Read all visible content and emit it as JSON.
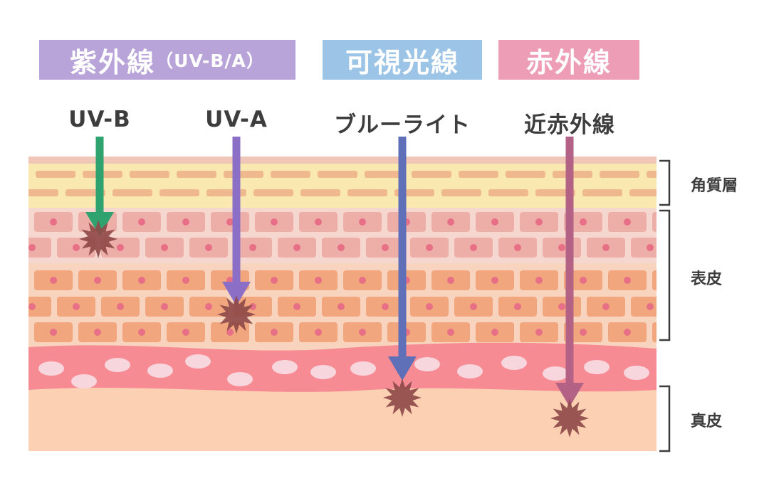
{
  "categories": [
    {
      "label": "紫外線",
      "sub": "（UV-B/A）",
      "color": "#b8a4d9"
    },
    {
      "label": "可視光線",
      "sub": "",
      "color": "#9cc4e6"
    },
    {
      "label": "赤外線",
      "sub": "",
      "color": "#ee9db7"
    }
  ],
  "rays": [
    {
      "label": "UV-B",
      "color": "#2fa36f"
    },
    {
      "label": "UV-A",
      "color": "#8b6fc7"
    },
    {
      "label": "ブルーライト",
      "color": "#5f6fb8"
    },
    {
      "label": "近赤外線",
      "color": "#b36285"
    }
  ],
  "layers": {
    "stratum_corneum": "角質層",
    "epidermis": "表皮",
    "dermis": "真皮"
  },
  "colors": {
    "stratum_corneum_bg": "#f9e9b0",
    "stratum_corneum_cell": "#efb88f",
    "epidermis_upper_bg": "#f6d7cf",
    "epidermis_upper_cell": "#eeaea8",
    "epidermis_lower_bg": "#f8d4bf",
    "epidermis_lower_cell": "#f2a67d",
    "nucleus": "#e76f86",
    "basal_band": "#f68b93",
    "basal_oval": "#f8d6de",
    "dermis_bg": "#fbd0b3",
    "burst": "#8f4a49",
    "bracket": "#3d3d3d"
  }
}
